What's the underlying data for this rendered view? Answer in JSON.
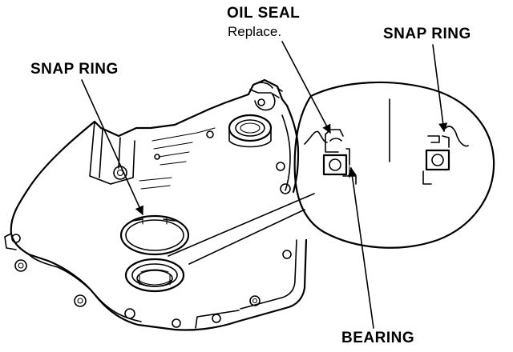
{
  "labels": {
    "snap_ring_left": "SNAP RING",
    "oil_seal": "OIL SEAL",
    "oil_seal_note": "Replace.",
    "snap_ring_right": "SNAP RING",
    "bearing": "BEARING"
  },
  "colors": {
    "ink": "#000000",
    "paper": "#ffffff"
  }
}
